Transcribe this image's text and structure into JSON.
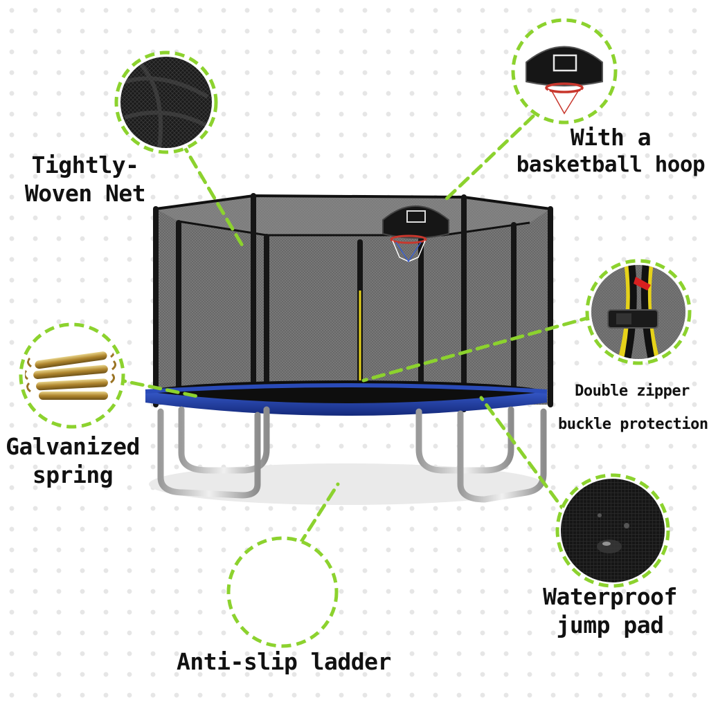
{
  "features": {
    "net": {
      "line1": "Tightly-",
      "line2": "Woven Net"
    },
    "hoop": {
      "line1": "With a",
      "line2": "basketball hoop"
    },
    "zipper": {
      "line1": "Double zipper",
      "line2": "buckle protection"
    },
    "spring": {
      "line1": "Galvanized",
      "line2": "spring"
    },
    "pad": {
      "line1": "Waterproof",
      "line2": "jump pad"
    },
    "ladder": {
      "line1": "Anti-slip ladder"
    }
  },
  "colors": {
    "accent_green": "#8cd22e",
    "frame_blue": "#1e3c9a",
    "net_gray": "#5a5a5a",
    "pole_black": "#151515",
    "steel": "#c8c8c8"
  }
}
